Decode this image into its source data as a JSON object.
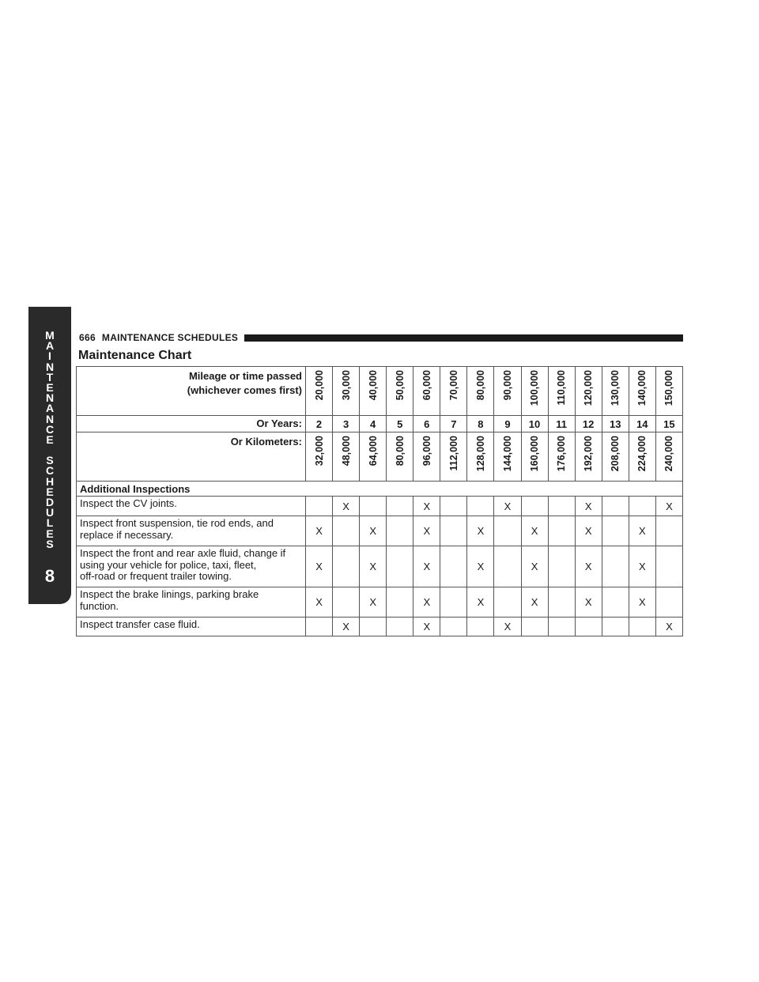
{
  "side_tab": {
    "letters": [
      "M",
      "A",
      "I",
      "N",
      "T",
      "E",
      "N",
      "A",
      "N",
      "C",
      "E",
      "",
      "S",
      "C",
      "H",
      "E",
      "D",
      "U",
      "L",
      "E",
      "S"
    ],
    "chapter_number": "8"
  },
  "header": {
    "page_number": "666",
    "section_title": "MAINTENANCE SCHEDULES"
  },
  "title": "Maintenance Chart",
  "table": {
    "mileage_label_line1": "Mileage or time passed",
    "mileage_label_line2": "(whichever comes first)",
    "mileage": [
      "20,000",
      "30,000",
      "40,000",
      "50,000",
      "60,000",
      "70,000",
      "80,000",
      "90,000",
      "100,000",
      "110,000",
      "120,000",
      "130,000",
      "140,000",
      "150,000"
    ],
    "years_label": "Or Years:",
    "years": [
      "2",
      "3",
      "4",
      "5",
      "6",
      "7",
      "8",
      "9",
      "10",
      "11",
      "12",
      "13",
      "14",
      "15"
    ],
    "km_label": "Or Kilometers:",
    "kilometers": [
      "32,000",
      "48,000",
      "64,000",
      "80,000",
      "96,000",
      "112,000",
      "128,000",
      "144,000",
      "160,000",
      "176,000",
      "192,000",
      "208,000",
      "224,000",
      "240,000"
    ],
    "section_heading": "Additional Inspections",
    "rows": [
      {
        "label_lines": [
          "Inspect the CV joints."
        ],
        "marks": [
          "",
          "X",
          "",
          "",
          "X",
          "",
          "",
          "X",
          "",
          "",
          "X",
          "",
          "",
          "X"
        ]
      },
      {
        "label_lines": [
          "Inspect front suspension, tie rod ends, and",
          "replace if necessary."
        ],
        "marks": [
          "X",
          "",
          "X",
          "",
          "X",
          "",
          "X",
          "",
          "X",
          "",
          "X",
          "",
          "X",
          ""
        ]
      },
      {
        "label_lines": [
          "Inspect the front and rear axle fluid, change if",
          "using your vehicle for police, taxi, fleet,",
          "off-road or frequent trailer towing."
        ],
        "marks": [
          "X",
          "",
          "X",
          "",
          "X",
          "",
          "X",
          "",
          "X",
          "",
          "X",
          "",
          "X",
          ""
        ]
      },
      {
        "label_lines": [
          "Inspect the brake linings, parking brake",
          "function."
        ],
        "marks": [
          "X",
          "",
          "X",
          "",
          "X",
          "",
          "X",
          "",
          "X",
          "",
          "X",
          "",
          "X",
          ""
        ]
      },
      {
        "label_lines": [
          "Inspect transfer case fluid."
        ],
        "marks": [
          "",
          "X",
          "",
          "",
          "X",
          "",
          "",
          "X",
          "",
          "",
          "",
          "",
          "",
          "X"
        ]
      }
    ]
  }
}
